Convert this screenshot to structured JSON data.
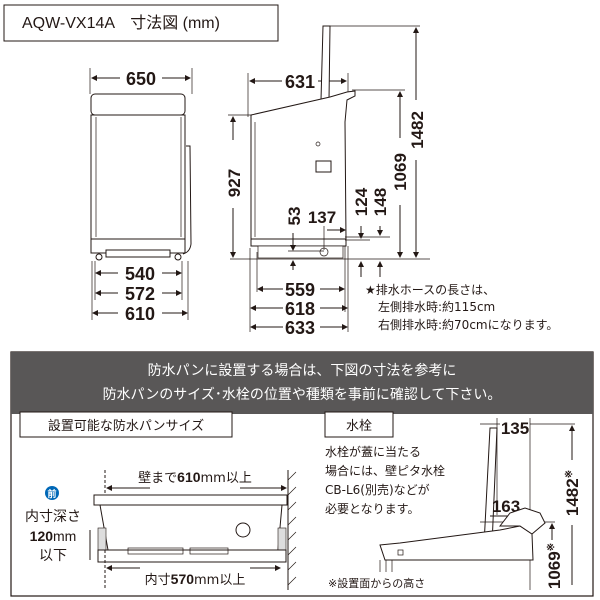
{
  "title": "AQW-VX14A　寸法図 (mm)",
  "front_view": {
    "width_top": "650",
    "feet_inner": "540",
    "feet_outer": "572",
    "base_width": "610"
  },
  "side_view": {
    "depth_top": "631",
    "height_body": "927",
    "height_lid_open": "1482",
    "height_back": "1069",
    "drain_height": "53",
    "drain_offset": "137",
    "dim_124": "124",
    "dim_148": "148",
    "depth_559": "559",
    "depth_618": "618",
    "depth_633": "633"
  },
  "hose_note": [
    "★排水ホースの長さは、",
    "左側排水時:約115cm",
    "右側排水時:約70cmになります。"
  ],
  "pan_section": {
    "header_lines": [
      "防水パンに設置する場合は、下図の寸法を参考に",
      "防水パンのサイズ･水栓の位置や種類を事前に確認して下さい。"
    ],
    "pan_size_label": "設置可能な防水パンサイズ",
    "wall_label_prefix": "壁まで",
    "wall_value": "610",
    "wall_label_suffix": "mm以上",
    "front_badge": "前",
    "depth_label": "内寸深さ",
    "depth_value": "120",
    "depth_unit": "mm",
    "depth_suffix": "以下",
    "inner_prefix": "内寸",
    "inner_value": "570",
    "inner_suffix": "mm以上",
    "faucet_label": "水栓",
    "faucet_note": [
      "水栓が蓋に当たる",
      "場合には、壁ピタ水栓",
      "CB-L6(別売)などが",
      "必要となります。"
    ],
    "dim_135": "135",
    "dim_1482": "1482",
    "dim_163": "163",
    "dim_1069": "1069",
    "asterisk": "※",
    "height_note": "※設置面からの高さ"
  },
  "colors": {
    "header_bg": "#595757",
    "badge": "#0068b7"
  }
}
